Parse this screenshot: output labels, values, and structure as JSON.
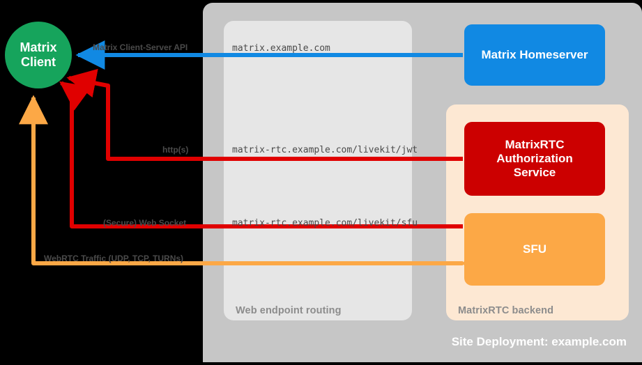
{
  "diagram": {
    "title": "Site Deployment: example.com",
    "background": "#000000"
  },
  "panels": {
    "outer_caption": "Site Deployment: example.com",
    "web_routing_caption": "Web endpoint routing",
    "rtc_backend_caption": "MatrixRTC backend",
    "colors": {
      "outer": "#c6c6c6",
      "web_routing": "#e6e6e6",
      "rtc_backend": "#fde8d3"
    }
  },
  "nodes": {
    "client": {
      "label": "Matrix\nClient",
      "line1": "Matrix",
      "line2": "Client",
      "color": "#16a45c"
    },
    "homeserver": {
      "label": "Matrix Homeserver",
      "color": "#1189e3"
    },
    "auth": {
      "line1": "MatrixRTC",
      "line2": "Authorization",
      "line3": "Service",
      "color": "#cc0000"
    },
    "sfu": {
      "label": "SFU",
      "color": "#fca846"
    }
  },
  "edges": {
    "client_server_api": {
      "label": "Matrix Client-Server API",
      "color": "#1189e3"
    },
    "https": {
      "label": "http(s)",
      "color": "#e00000"
    },
    "websocket": {
      "label": "(Secure) Web Socket",
      "color": "#e00000"
    },
    "webrtc": {
      "label": "WebRTC Traffic (UDP, TCP, TURNs)",
      "color": "#fca846"
    }
  },
  "endpoints": {
    "matrix": "matrix.example.com",
    "livekit_jwt": "matrix-rtc.example.com/livekit/jwt",
    "livekit_sfu": "matrix-rtc.example.com/livekit/sfu"
  }
}
